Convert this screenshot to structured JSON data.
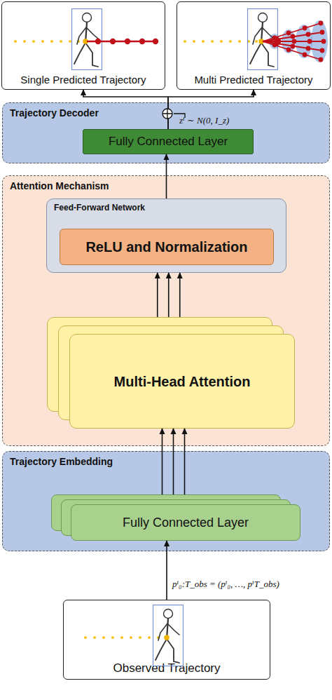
{
  "diagram": {
    "nodes": [
      {
        "text": [
          "Single Predicted Trajectory"
        ]
      },
      {
        "text": [
          "Multi Predicted Trajectory"
        ]
      },
      {
        "text": [
          "Trajectory Decoder"
        ]
      },
      {
        "text": [
          "Fully Connected Layer"
        ],
        "in": 2
      },
      {
        "text": [
          "Attention Mechanism"
        ]
      },
      {
        "text": [
          "Feed-Forward Network"
        ],
        "in": 4
      },
      {
        "text": [
          "ReLU and Normalization"
        ],
        "in": 5
      },
      {
        "text": [
          "Multi-Head Attention"
        ],
        "in": 4
      },
      {
        "text": [
          "Trajectory Embedding"
        ]
      },
      {
        "text": [
          "Fully Connected Layer"
        ],
        "in": 8
      },
      {
        "text": [
          "Observed Trajectory"
        ]
      }
    ],
    "edges": [
      {
        "from": 10,
        "to": 9,
        "arrow": "to",
        "label": "pⁱ₀:T_obs = (pⁱ₀, …, pⁱT_obs)"
      },
      {
        "from": 9,
        "to": 7,
        "arrow": "to"
      },
      {
        "from": 7,
        "to": 5,
        "arrow": "to"
      },
      {
        "from": 5,
        "to": 3,
        "arrow": "to"
      },
      {
        "from": 3,
        "to": 0,
        "arrow": "to"
      },
      {
        "from": 3,
        "to": 1,
        "arrow": "to"
      }
    ],
    "labels": [
      "zⁱ ∼ N(0, I_z)"
    ]
  }
}
